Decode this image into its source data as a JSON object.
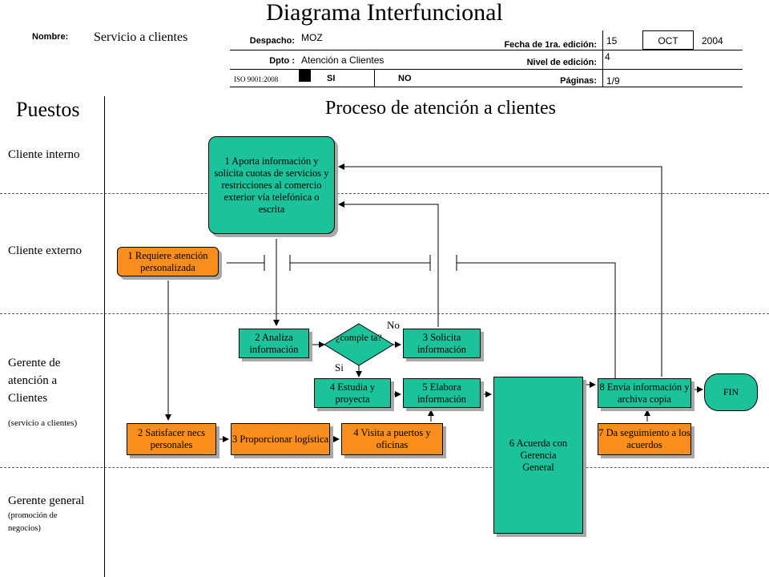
{
  "header": {
    "title": "Diagrama Interfuncional",
    "nombre_label": "Nombre:",
    "nombre_value": "Servicio a clientes",
    "despacho_label": "Despacho:",
    "despacho_value": "MOZ",
    "dpto_label": "Dpto :",
    "dpto_value": "Atención a Clientes",
    "iso_label": "ISO 9001:2008",
    "si_label": "SI",
    "no_label": "NO",
    "fecha_label": "Fecha de 1ra. edición:",
    "fecha_day": "15",
    "fecha_month": "OCT",
    "fecha_year": "2004",
    "nivel_label": "Nivel de edición:",
    "nivel_value": "4",
    "paginas_label": "Páginas:",
    "paginas_value": "1/9"
  },
  "puestos_title": "Puestos",
  "process_title": "Proceso de atención a clientes",
  "roles": [
    {
      "name": "Cliente interno",
      "sub": ""
    },
    {
      "name": "Cliente externo",
      "sub": ""
    },
    {
      "name": "Gerente  de atención a Clientes",
      "sub": "(servicio  a clientes)"
    },
    {
      "name": "Gerente general",
      "sub": "(promoción de negocios)"
    }
  ],
  "nodes": {
    "n1_aporta": "1 Aporta información y solicita cuotas de servicios y restricciones al comercio exterior vía telefónica o escrita",
    "n1_requiere": "1 Requiere atención personalizada",
    "n2_analiza": "2 Analiza información",
    "decision": "¿comple ta?",
    "n3_solicita": "3 Solicita información",
    "n4_estudia": "4 Estudia y proyecta",
    "n5_elabora": "5 Elabora información",
    "n6_acuerda": "6 Acuerda con Gerencia General",
    "n8_envia": "8 Envía información y archiva copia",
    "fin": "FIN",
    "n2_satisfacer": "2 Satisfacer necs personales",
    "n3_proporcionar": "3 Proporcionar logística",
    "n4_visita": "4 Visita a puertos y oficinas",
    "n7_seguimiento": "7 Da seguimiento a los acuerdos"
  },
  "decision_labels": {
    "no": "No",
    "si": "Si"
  },
  "colors": {
    "teal": "#1cc29a",
    "orange": "#f98e1c",
    "shadow": "#a8a8a8"
  }
}
